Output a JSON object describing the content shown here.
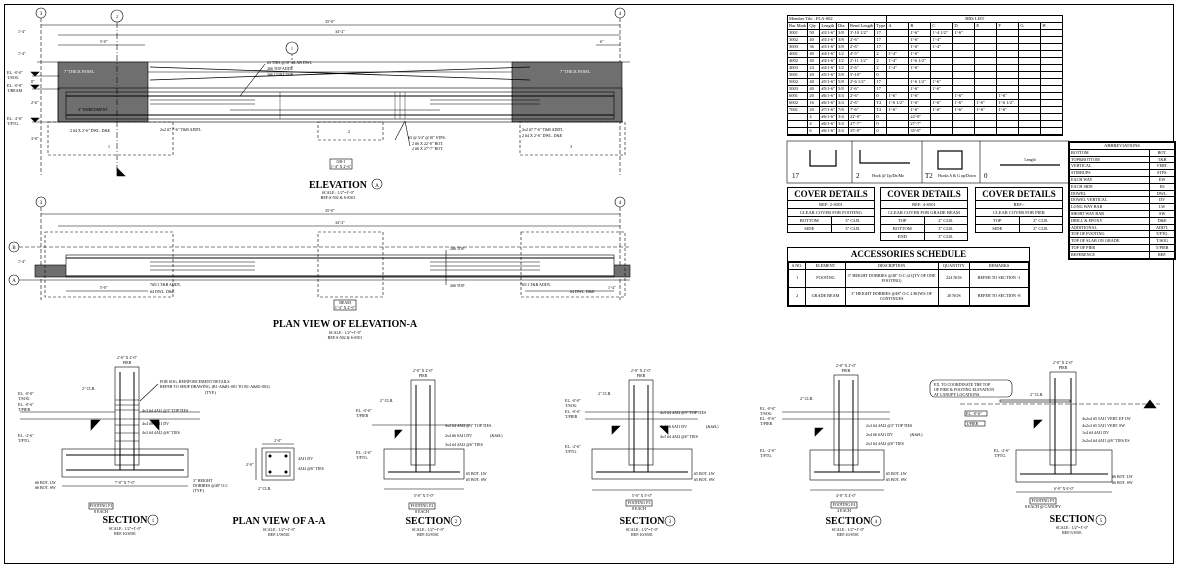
{
  "elevation": {
    "grid_left": "3",
    "grid_right": "4",
    "dim_overall": "35'-0\"",
    "dim_inner": "34'-2\"",
    "dim_left_1": "1'-4\"",
    "dim_left_2": "5'-0\"",
    "dim_left_3": "1'-4\"",
    "dim_right": "6\"",
    "panel_left": "7\" THICK PANEL",
    "panel_right": "7\" THICK PANEL",
    "note_top_1": "#3 TIES @18\" SLAB DWL",
    "note_top_2": "2#6 TOP ADDL",
    "note_top_3": "3#6 CONT TOP",
    "level_1": "EL. -0'-0\"",
    "level_1b": "T/SOG",
    "level_2": "EL. -0'-8\"",
    "level_2b": "T/BEAM",
    "level_3": "EL. -2'-6\"",
    "level_3b": "T/FTG.",
    "dim_v1": "8\"",
    "dim_v2": "2'-6\"",
    "dim_v3": "3'-0\"",
    "embedment": "4\" EMBEDMENT",
    "note_dwl_left": "2 #4 X 2'-6\" DWL. D&E",
    "note_addl_left": "2x2 #7 7'-6\" T&B ADD'L",
    "note_stps": "#3 @ 3/4\" @10\" STPS.",
    "note_bot_1": "2 #6 X 22'-0\" BOT.",
    "note_bot_2": "2 #6 X 27'-7\" BOT.",
    "note_addl_right": "2x2 #7 7'-6\" T&B ADD'L",
    "note_dwl_right": "2 #4 X 2'-6\" DWL. D&E",
    "tag_beam": "GB-1",
    "tag_beam_size": "1'-4\" X 2'-6\"",
    "title": "ELEVATION",
    "title_num": "A",
    "scale": "SCALE : 1/2\"=1'-0\"",
    "ref": "REF:S-502 & 6-S501",
    "foot_tag_1": "1",
    "foot_tag_2": "2",
    "foot_tag_3": "3",
    "callout_top": "2",
    "callout_mid": "1"
  },
  "plan": {
    "grid_left": "3",
    "grid_right": "4",
    "grid_b": "B",
    "grid_a": "A",
    "dim_overall": "35'-0\"",
    "dim_inner": "34'-2\"",
    "dim_side": "1'-4\"",
    "dim_left": "5'-0\"",
    "dim_right": "1'-4\"",
    "note_top": "2#6 TOP",
    "note_bot": "2#6 TOP",
    "note_left_1": "7#5/1  T&B ADD'L",
    "note_left_2": "#4  DWL. D&E",
    "note_right_1": "7#5/1 T&B ADD'L",
    "note_right_2": "#4  DWL. D&E",
    "tag_beam": "BEAM",
    "tag_beam_size": "1'-4\" X 2'-6\"",
    "title": "PLAN VIEW OF ELEVATION-A",
    "scale": "SCALE : 1/2\"=1'-0\"",
    "ref": "REF:S-502 & 6-S501"
  },
  "bar_list": {
    "header_left": "Member Tile : FLA-002",
    "header_right": "BBS LIST",
    "columns": [
      "Bar Mark",
      "Qty",
      "Length",
      "Dia",
      "Bend Length",
      "Type",
      "A",
      "B",
      "C",
      "D",
      "E",
      "F",
      "G",
      "H"
    ],
    "rows": [
      [
        "3001",
        "50",
        "#3/1-6\"",
        "3/8",
        "3'-10 1/2\"",
        "17",
        "",
        "1'-6\"",
        "1'-4 1/2\"",
        "1'-6\"",
        "",
        "",
        "",
        ""
      ],
      [
        "3002",
        "40",
        "#3/1-6\"",
        "3/8",
        "2'-6\"",
        "17",
        "",
        "1'-6\"",
        "1'-4\"",
        "",
        "",
        "",
        "",
        ""
      ],
      [
        "3003",
        "36",
        "#3/1-6\"",
        "3/8",
        "2'-6\"",
        "17",
        "",
        "1'-6\"",
        "1'-4\"",
        "",
        "",
        "",
        "",
        ""
      ],
      [
        "4001",
        "40",
        "#4/1-6\"",
        "1/2",
        "4'-5\"",
        "2",
        "1'-4\"",
        "1'-6\"",
        "",
        "",
        "",
        "",
        "",
        ""
      ],
      [
        "4002",
        "40",
        "#4/1-6\"",
        "1/2",
        "2'-11 1/2\"",
        "2",
        "1'-4\"",
        "1'-6 1/2\"",
        "",
        "",
        "",
        "",
        "",
        ""
      ],
      [
        "4003",
        "24",
        "#4/1-6\"",
        "1/2",
        "2'-6\"",
        "2",
        "1'-4\"",
        "1'-6\"",
        "",
        "",
        "",
        "",
        "",
        ""
      ],
      [
        "5001",
        "20",
        "#5/1-6\"",
        "5/8",
        "5'-10\"",
        "0",
        "",
        "",
        "",
        "",
        "",
        "",
        "",
        ""
      ],
      [
        "5002",
        "40",
        "#5/1-6\"",
        "5/8",
        "2'-6 1/2\"",
        "17",
        "",
        "1'-6 1/2\"",
        "1'-6\"",
        "",
        "",
        "",
        "",
        ""
      ],
      [
        "5003",
        "40",
        "#5/1-6\"",
        "5/8",
        "2'-6\"",
        "17",
        "",
        "1'-6\"",
        "1'-6\"",
        "",
        "",
        "",
        "",
        ""
      ],
      [
        "6001",
        "20",
        "#6/1-6\"",
        "3/4",
        "2'-6\"",
        "0",
        "1'-6\"",
        "1'-6\"",
        "",
        "1'-6\"",
        "",
        "1'-6\"",
        "",
        ""
      ],
      [
        "6002",
        "16",
        "#6/1-6\"",
        "3/4",
        "2'-6\"",
        "T2",
        "1'-6 1/2\"",
        "1'-6\"",
        "1'-6\"",
        "1'-6\"",
        "1'-6\"",
        "1'-6 1/2\"",
        "",
        ""
      ],
      [
        "7001",
        "20",
        "#7/1-6\"",
        "7/8",
        "7'-6\"",
        "T2",
        "1'-6\"",
        "1'-6\"",
        "1'-6\"",
        "1'-6\"",
        "1'-6\"",
        "1'-6\"",
        "",
        ""
      ],
      [
        "",
        "4",
        "#6/1-6\"",
        "3/4",
        "22'-0\"",
        "0",
        "",
        "22'-0\"",
        "",
        "",
        "",
        "",
        "",
        ""
      ],
      [
        "",
        "4",
        "#6/1-6\"",
        "3/4",
        "27'-7\"",
        "0",
        "",
        "27'-7\"",
        "",
        "",
        "",
        "",
        "",
        ""
      ],
      [
        "",
        "6",
        "#6/1-6\"",
        "3/4",
        "35'-0\"",
        "0",
        "",
        "35'-0\"",
        "",
        "",
        "",
        "",
        "",
        ""
      ],
      [
        "",
        "",
        "",
        "",
        "",
        "",
        "",
        "",
        "",
        "",
        "",
        "",
        "",
        ""
      ]
    ]
  },
  "shapes": {
    "s17": "17",
    "s2": "2",
    "s2_note": "Hook @ Up/Dn/Mo",
    "sT2": "T2",
    "sT2_note": "Hooks A & G up/Down",
    "s0": "0",
    "s0_note": "Length"
  },
  "cover": [
    {
      "title": "COVER DETAILS",
      "ref": "REF: 2-S501",
      "sub": "CLEAR COVER FOR FOOTING",
      "rows": [
        [
          "BOTTOM",
          "3\" CLR."
        ],
        [
          "SIDE",
          "3\" CLR."
        ]
      ]
    },
    {
      "title": "COVER DETAILS",
      "ref": "REF: 4-S501",
      "sub": "CLEAR COVER FOR GRADE BEAM",
      "rows": [
        [
          "TOP",
          "2\" CLR."
        ],
        [
          "BOTTOM",
          "3\" CLR."
        ],
        [
          "END",
          "3\" CLR."
        ]
      ]
    },
    {
      "title": "COVER DETAILS",
      "ref": "REF:-",
      "sub": "CLEAR COVER FOR PIER",
      "rows": [
        [
          "TOP",
          "2\" CLR."
        ],
        [
          "SIDE",
          "2\" CLR."
        ]
      ]
    }
  ],
  "abbreviations": {
    "title": "ABBREVIATIONS",
    "rows": [
      [
        "BOTTOM",
        "BOT."
      ],
      [
        "TOP&BOTTOM",
        "T&B"
      ],
      [
        "VERTICAL",
        "VERT."
      ],
      [
        "STIRRUPS",
        "STPS."
      ],
      [
        "EACH WAY",
        "EW"
      ],
      [
        "EACH SIDE",
        "ES"
      ],
      [
        "DOWEL",
        "DWL."
      ],
      [
        "DOWEL VERTICAL",
        "DV"
      ],
      [
        "LONG WAY BAR",
        "LW"
      ],
      [
        "SHORT WAY BAR",
        "SW"
      ],
      [
        "DRILL & EPOXY",
        "D&E"
      ],
      [
        "ADDITIONAL",
        "ADD'L"
      ],
      [
        "TOP OF FOOTING",
        "T/FTG."
      ],
      [
        "TOP OF SLAB ON GRADE",
        "T/SOG"
      ],
      [
        "TOP OF PIER",
        "T/PIER"
      ],
      [
        "REFERENCE",
        "REF."
      ]
    ]
  },
  "accessories": {
    "title": "ACCESSORIES SCHEDULE",
    "columns": [
      "S.NO.",
      "ELEMENT",
      "DESCRIPTION",
      "QUANTITY",
      "REMARKS"
    ],
    "rows": [
      [
        "1",
        "FOOTING",
        "3\" HEIGHT DOBBIES @48\" O.C (4 QTY OF ONE FOOTING)",
        "224 NOS",
        "REFER TO SECTION -1"
      ],
      [
        "2",
        "GRADE BEAM",
        "3\" HEIGHT DOBBIES @48\" O.C 2 ROWS OF CONTINUES",
        "20 NOS",
        "REFER TO SECTION -8"
      ]
    ]
  },
  "sections": [
    {
      "title": "SECTION",
      "num": "1",
      "scale": "SCALE : 1/2\"=1'-0\"",
      "ref": "REF:10/S501",
      "tag": "FOOTING F1",
      "tag2": "8 EACH",
      "pier": "2'-0\" X 2'-0\"",
      "pier2": "PIER",
      "dim": "7'-0\" X 7'-0\"",
      "n1": "FOR SOG, REINFORCEMENT DETAILS",
      "n2": "REFER TO SHOP DRAWING. (R1-A&R1-001 TO R1-A&R1-002)",
      "n3": "(TYP.)",
      "n4": "4x3 #4 4AI2 @3\" TOP TIES",
      "n5": "4x4 #6 6AI1 DV",
      "n6": "4x3 #4 4AI2 @6\" TIES",
      "n7": "3\" HEIGHT",
      "n8": "DOBBIES @48\" O.C",
      "n9": "(TYP.)",
      "b1": "#6  BOT. LW",
      "b2": "#6  BOT. SW",
      "lv1": "EL. -0'-0\"",
      "lv1b": "T/SOG",
      "lv2": "EL. -0'-6\"",
      "lv2b": "T/PIER",
      "lv3": "EL. -2'-6\"",
      "lv3b": "T/FTG.",
      "clr": "2\" CLR."
    },
    {
      "title": "SECTION",
      "num": "2",
      "scale": "SCALE : 1/2\"=1'-0\"",
      "ref": "REF:10/S501",
      "tag": "FOOTING F2",
      "tag2": "8 EACH",
      "pier": "2'-0\" X 2'-0\"",
      "pier2": "PIER",
      "dim": "5'-0\" X 5'-0\"",
      "n4": "3x2 #4 4AI2 @3\" TOP TIES",
      "n5": "2x4 #6 6AI1 DV",
      "n5b": "(&S#L)",
      "n6": "3x4 #4 4AI2 @6\" TIES",
      "b1": "#5  BOT. LW",
      "b2": "#5  BOT. SW",
      "lv1": "EL. -0'-0\"",
      "lv1b": "T/PIER",
      "lv2": "EL. -2'-6\"",
      "lv2b": "T/FTG.",
      "clr": "2\" CLR."
    },
    {
      "title": "SECTION",
      "num": "3",
      "scale": "SCALE : 1/2\"=1'-0\"",
      "ref": "REF:10/S501",
      "tag": "FOOTING F3",
      "tag2": "8 EACH",
      "pier": "2'-0\" X 2'-0\"",
      "pier2": "PIER",
      "dim": "5'-0\" X 5'-0\"",
      "n4": "4x3 #4 4AI2 @3\" TOP TIES",
      "n5": "4x4 #6 6AI1 DV",
      "n5b": "(&S#L)",
      "n6": "4x3 #4 4AI2 @6\" TIES",
      "b1": "#5  BOT. LW",
      "b2": "#5  BOT. SW",
      "lv1": "EL. -0'-0\"",
      "lv1b": "T/SOG",
      "lv2": "EL. -0'-6\"",
      "lv2b": "T/PIER",
      "lv3": "EL. -2'-6\"",
      "lv3b": "T/FTG.",
      "clr": "2\" CLR."
    },
    {
      "title": "SECTION",
      "num": "4",
      "scale": "SCALE : 1/2\"=1'-0\"",
      "ref": "REF:10/S501",
      "tag": "FOOTING F4",
      "tag2": "4 EACH",
      "pier": "2'-0\" X 2'-0\"",
      "pier2": "PIER",
      "dim": "4'-0\" X 4'-0\"",
      "n4": "2x3 #4 4AI2 @3\" TOP TIES",
      "n5": "2x4 #6 6AI1 DV",
      "n5b": "(&S#L)",
      "n6": "2x3 #4 4AI2 @6\" TIES",
      "b1": "#5  BOT. LW",
      "b2": "#5  BOT. SW",
      "lv1": "EL. -0'-0\"",
      "lv1b": "T/SOG",
      "lv2": "EL. -0'-6\"",
      "lv2b": "T/PIER",
      "lv3": "EL. -2'-6\"",
      "lv3b": "T/FTG.",
      "clr": "2\" CLR."
    },
    {
      "title": "SECTION",
      "num": "5",
      "scale": "SCALE : 1/2\"=1'-0\"",
      "ref": "REF:5/S501",
      "tag": "FOOTING F5",
      "tag2": "8 EACH @ CANOPY",
      "pier": "2'-0\" X 2'-0\"",
      "pier2": "PIER",
      "dim": "6'-0\" X 6'-0\"",
      "n1": "EX. TO COORDINATE THE TOP",
      "n2": "OF PIER & FOOTING ELEVATION",
      "n3": "AT CANOPY LOCATIONS.",
      "n4": "4x2x4 #5 5AI1 VERT. EF LW",
      "n5": "4x2x3 #5 5AI1 VERT. SW",
      "n6": "1x4 #4 4AI1 DV",
      "n7": "2x2x4 #4 4AI1 @6\" TIES ES",
      "b1": "#6  BOT. LW",
      "b2": "#6  BOT. SW",
      "lv1": "EL. -0'-6\"",
      "lv1b": "T/PIER",
      "lv2": "EL. -2'-6\"",
      "lv2b": "T/FTG.",
      "clr": "2\" CLR."
    }
  ],
  "plan_aa": {
    "title": "PLAN VIEW OF A-A",
    "scale": "SCALE : 1/2\"=1'-0\"",
    "ref": "REF:1/0S501",
    "dim_top": "2'-0\"",
    "dim_side": "2'-0\"",
    "n1": "4AI1 DV",
    "n2": "4AI2 @6\" TIES",
    "clr": "2\" CLR."
  },
  "colors": {
    "line": "#000000",
    "panel_fill": "#6f6f6f",
    "dash": "#333333"
  }
}
